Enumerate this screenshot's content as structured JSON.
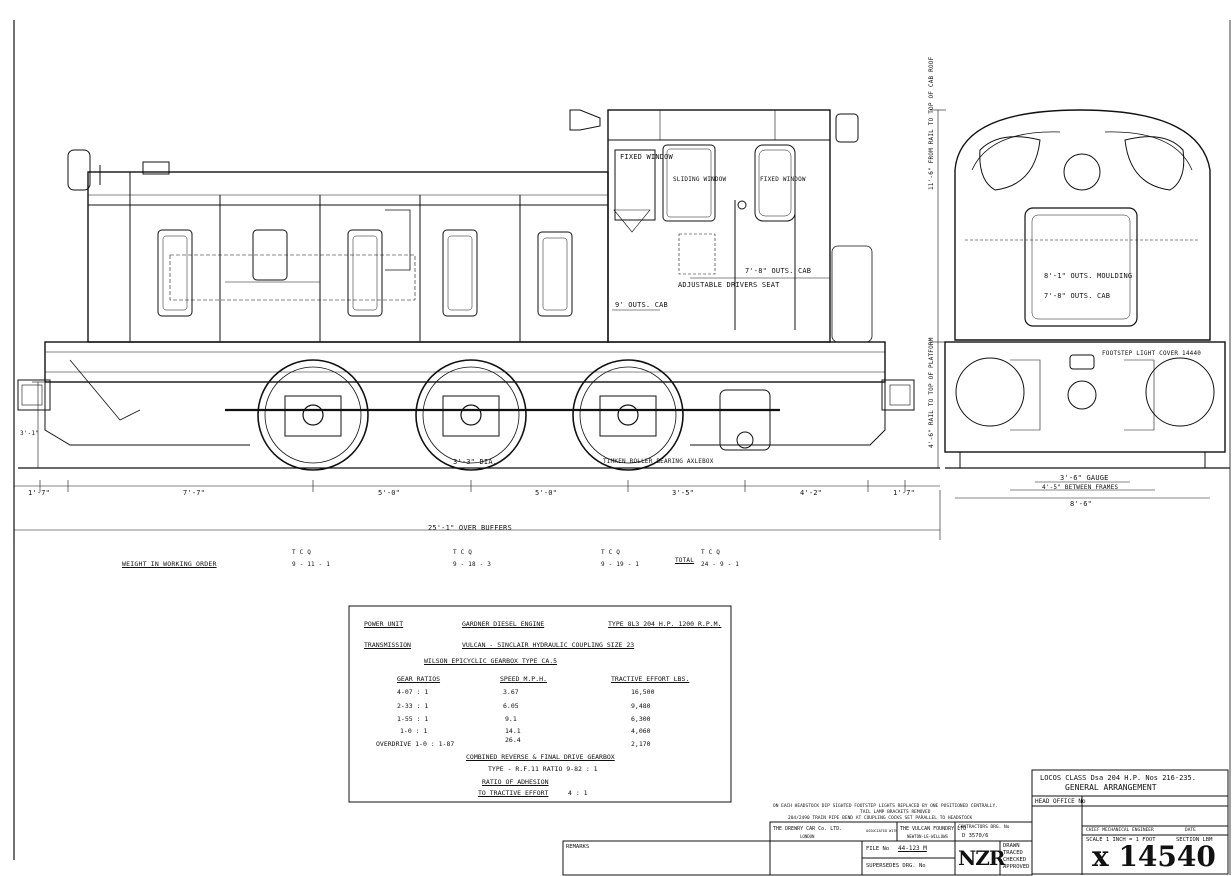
{
  "labels": {
    "fixed_window_1": "FIXED WINDOW",
    "sliding_window": "SLIDING WINDOW",
    "fixed_window_2": "FIXED WINDOW",
    "outs_cab_side": "7'-8\" OUTS. CAB",
    "adjustable_drivers_seat": "ADJUSTABLE DRIVERS SEAT",
    "outs_cab_9": "9' OUTS. CAB",
    "rail_to_cab_roof": "11'-6\" FROM RAIL TO TOP OF CAB ROOF",
    "rail_to_platform": "4'-6\" RAIL TO TOP OF PLATFORM",
    "wheel_dia": "3'-3\" DIA.",
    "timken_axlebox": "TIMKEN ROLLER BEARING AXLEBOX",
    "outs_moulding": "8'-1\" OUTS. MOULDING",
    "outs_cab_end": "7'-8\" OUTS. CAB",
    "footstep_light": "FOOTSTEP LIGHT COVER 14440",
    "gauge": "3'-6\" GAUGE",
    "between_frames": "4'-5\" BETWEEN FRAMES",
    "end_width": "8'-6\""
  },
  "dimensions": {
    "left_overhang": "1'-7\"",
    "wheelbase_1": "7'-7\"",
    "wheelbase_2": "5'-0\"",
    "wheelbase_3": "5'-0\"",
    "wheelbase_4": "3'-5\"",
    "wheelbase_5": "4'-2\"",
    "right_overhang": "1'-7\"",
    "over_buffers": "25'-1\" OVER BUFFERS",
    "side_height": "3'-1\""
  },
  "weight": {
    "title": "WEIGHT IN WORKING ORDER",
    "units": "T   C   Q",
    "axle_1": "9 - 11 - 1",
    "axle_2": "9 - 18 - 3",
    "axle_3": "9 - 19 - 1",
    "total_label": "TOTAL",
    "total": "24 - 9 - 1"
  },
  "spec": {
    "power_unit_label": "POWER UNIT",
    "power_unit_value": "GARDNER DIESEL ENGINE",
    "power_unit_type": "TYPE 8L3  204 H.P.  1200 R.P.M.",
    "transmission_label": "TRANSMISSION",
    "transmission_line1": "VULCAN - SINCLAIR HYDRAULIC COUPLING SIZE 23",
    "transmission_line2": "WILSON EPICYCLIC GEARBOX   TYPE CA.5",
    "col_gear": "GEAR RATIOS",
    "col_speed": "SPEED M.P.H.",
    "col_effort": "TRACTIVE EFFORT LBS.",
    "rows": [
      {
        "gear": "4-07 : 1",
        "speed": "3.67",
        "effort": "16,500"
      },
      {
        "gear": "2-33 : 1",
        "speed": "6.05",
        "effort": "9,480"
      },
      {
        "gear": "1-55 : 1",
        "speed": "9.1",
        "effort": "6,300"
      },
      {
        "gear": "1-0 : 1",
        "speed": "14.1",
        "effort": "4,060"
      },
      {
        "gear": "OVERDRIVE 1-0 : 1-87",
        "speed": "26.4",
        "effort": "2,170"
      }
    ],
    "final_drive": "COMBINED REVERSE & FINAL DRIVE GEARBOX",
    "final_drive_type": "TYPE - R.F.11     RATIO 9-82 : 1",
    "adhesion_1": "RATIO OF ADHESION",
    "adhesion_2": "TO TRACTIVE EFFORT",
    "adhesion_value": "4 : 1"
  },
  "notes": {
    "line1": "ON EACH HEADSTOCK DIP SIGHTED FOOTSTEP LIGHTS REPLACED BY ONE POSITIONED CENTRALLY.",
    "line2": "TAIL LAMP BRACKETS REMOVED",
    "line3": "204/2490 TRAIN PIPE BEND AT COUPLING COCKS SET PARALLEL TO HEADSTOCK"
  },
  "title_block": {
    "locos_class": "LOCOS CLASS Dsa 204 H.P.  Nos 216-235.",
    "general": "GENERAL ARRANGEMENT",
    "head_office": "HEAD OFFICE No",
    "chief_mech": "CHIEF MECHANICAL ENGINEER",
    "date": "DATE",
    "scale": "SCALE   1 INCH = 1 FOOT",
    "section": "SECTION  LBM",
    "drewry": "THE DREWRY CAR Co. LTD.",
    "drewry_addr": "LONDON",
    "associated": "ASSOCIATED WITH",
    "vulcan": "THE VULCAN FOUNDRY LTD",
    "vulcan_addr": "NEWTON-LE-WILLOWS",
    "contractors": "CONTRACTORS DRG. No",
    "contractors_no": "D 3570/6",
    "remarks": "REMARKS",
    "file_no_label": "FILE No",
    "file_no_value": "44-123 M",
    "supersedes": "SUPERSEDES DRG. No",
    "nzr": "NZR",
    "drawn": "DRAWN",
    "traced": "TRACED",
    "checked": "CHECKED",
    "approved": "APPROVED",
    "drawing_number": "x 14540"
  }
}
